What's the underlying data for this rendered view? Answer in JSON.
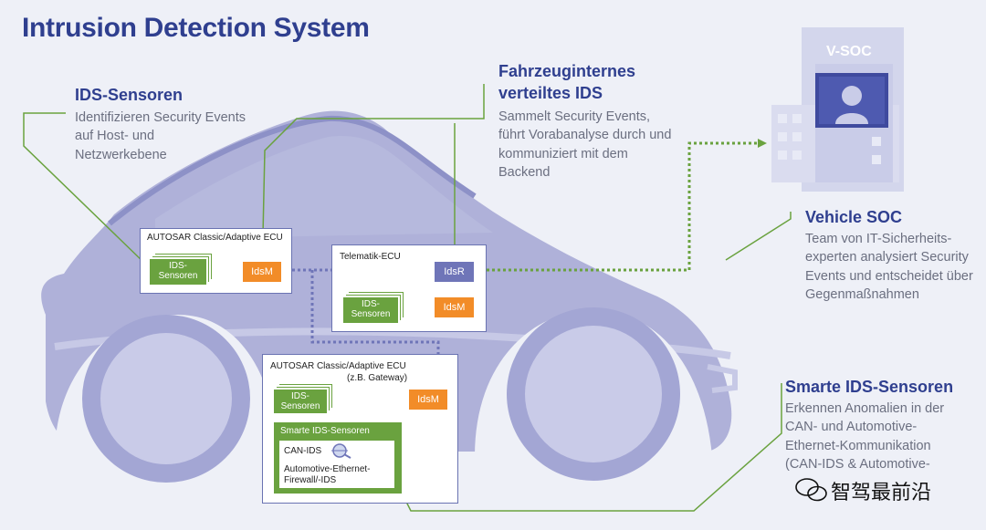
{
  "title": "Intrusion Detection System",
  "callouts": {
    "ids_sensors": {
      "heading": "IDS-Sensoren",
      "text": "Identifizieren Security Events auf Host- und Netzwerkebene"
    },
    "vehicle_ids": {
      "heading": "Fahrzeuginternes verteiltes IDS",
      "text": "Sammelt Security Events, führt Vorabanalyse durch und kommuniziert mit dem Backend"
    },
    "vehicle_soc": {
      "heading": "Vehicle SOC",
      "text": "Team von IT-Sicherheits-experten analysiert Security Events und entscheidet über Gegenmaßnahmen"
    },
    "smart_sensors": {
      "heading": "Smarte IDS-Sensoren",
      "text": "Erkennen Anomalien in der CAN- und Automotive-Ethernet-Kommunikation (CAN-IDS & Automotive-"
    }
  },
  "vsoc": {
    "label": "V-SOC"
  },
  "ecu1": {
    "label": "AUTOSAR Classic/Adaptive ECU",
    "sensors": "IDS-Sensoren",
    "idsm": "IdsM"
  },
  "telematik": {
    "label": "Telematik-ECU",
    "idsr": "IdsR",
    "sensors": "IDS-Sensoren",
    "idsm": "IdsM"
  },
  "gateway": {
    "label": "AUTOSAR Classic/Adaptive ECU",
    "sublabel": "(z.B. Gateway)",
    "sensors": "IDS-Sensoren",
    "idsm": "IdsM",
    "smart_label": "Smarte IDS-Sensoren",
    "can_ids": "CAN-IDS",
    "eth_fw": "Automotive-Ethernet-Firewall/-IDS"
  },
  "watermark": "智驾最前沿"
}
